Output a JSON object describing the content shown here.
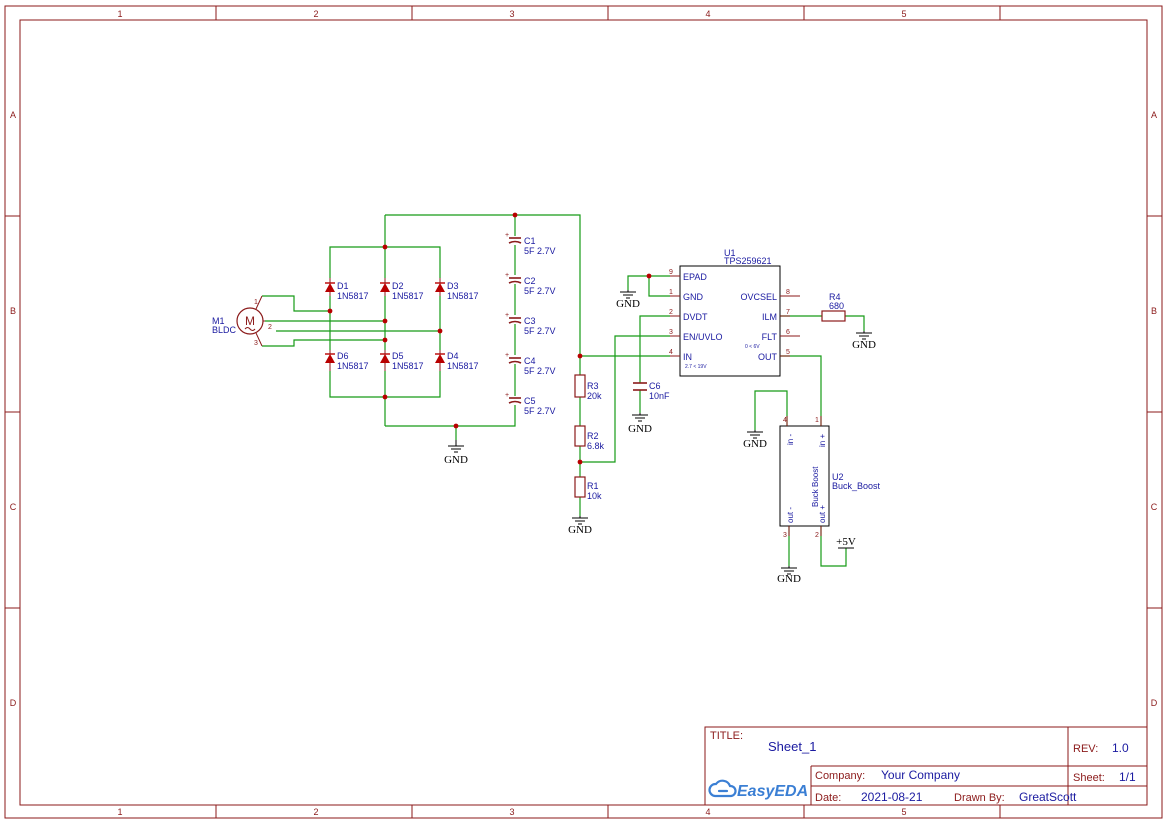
{
  "frame": {
    "columns": [
      "1",
      "2",
      "3",
      "4",
      "5"
    ],
    "rows": [
      "A",
      "B",
      "C",
      "D"
    ]
  },
  "title_block": {
    "title_label": "TITLE:",
    "title": "Sheet_1",
    "rev_label": "REV:",
    "rev": "1.0",
    "company_label": "Company:",
    "company": "Your Company",
    "sheet_label": "Sheet:",
    "sheet": "1/1",
    "date_label": "Date:",
    "date": "2021-08-21",
    "drawn_label": "Drawn By:",
    "drawn": "GreatScott",
    "logo": "EasyEDA"
  },
  "components": {
    "motor": {
      "ref": "M1",
      "value": "BLDC",
      "pins": [
        "1",
        "2",
        "3"
      ]
    },
    "diodes": [
      {
        "ref": "D1",
        "value": "1N5817"
      },
      {
        "ref": "D2",
        "value": "1N5817"
      },
      {
        "ref": "D3",
        "value": "1N5817"
      },
      {
        "ref": "D6",
        "value": "1N5817"
      },
      {
        "ref": "D5",
        "value": "1N5817"
      },
      {
        "ref": "D4",
        "value": "1N5817"
      }
    ],
    "caps": [
      {
        "ref": "C1",
        "value": "5F 2.7V"
      },
      {
        "ref": "C2",
        "value": "5F 2.7V"
      },
      {
        "ref": "C3",
        "value": "5F 2.7V"
      },
      {
        "ref": "C4",
        "value": "5F 2.7V"
      },
      {
        "ref": "C5",
        "value": "5F 2.7V"
      }
    ],
    "c6": {
      "ref": "C6",
      "value": "10nF"
    },
    "resistors": [
      {
        "ref": "R3",
        "value": "20k"
      },
      {
        "ref": "R2",
        "value": "6.8k"
      },
      {
        "ref": "R1",
        "value": "10k"
      }
    ],
    "r4": {
      "ref": "R4",
      "value": "680"
    },
    "u1": {
      "ref": "U1",
      "value": "TPS259621",
      "left_pins": [
        {
          "num": "9",
          "name": "EPAD"
        },
        {
          "num": "1",
          "name": "GND"
        },
        {
          "num": "2",
          "name": "DVDT"
        },
        {
          "num": "3",
          "name": "EN/UVLO"
        },
        {
          "num": "4",
          "name": "IN"
        }
      ],
      "right_pins": [
        {
          "num": "8",
          "name": "OVCSEL"
        },
        {
          "num": "7",
          "name": "ILM"
        },
        {
          "num": "6",
          "name": "FLT"
        },
        {
          "num": "5",
          "name": "OUT"
        }
      ],
      "note_in": "2.7 < 19V",
      "note_out": "0 < 6V"
    },
    "u2": {
      "ref": "U2",
      "value": "Buck_Boost",
      "body_label": "Buck Boost",
      "pins": [
        {
          "num": "4",
          "name": "in -"
        },
        {
          "num": "1",
          "name": "in +"
        },
        {
          "num": "3",
          "name": "out -"
        },
        {
          "num": "2",
          "name": "out +"
        }
      ]
    }
  },
  "power": {
    "gnd": "GND",
    "vcc": "+5V"
  },
  "colors": {
    "frame": "#8b1a1a",
    "wire": "#169b16",
    "body": "#8b1a1a",
    "label": "#1a1aa0",
    "junction": "#b80000",
    "power": "#000000"
  }
}
